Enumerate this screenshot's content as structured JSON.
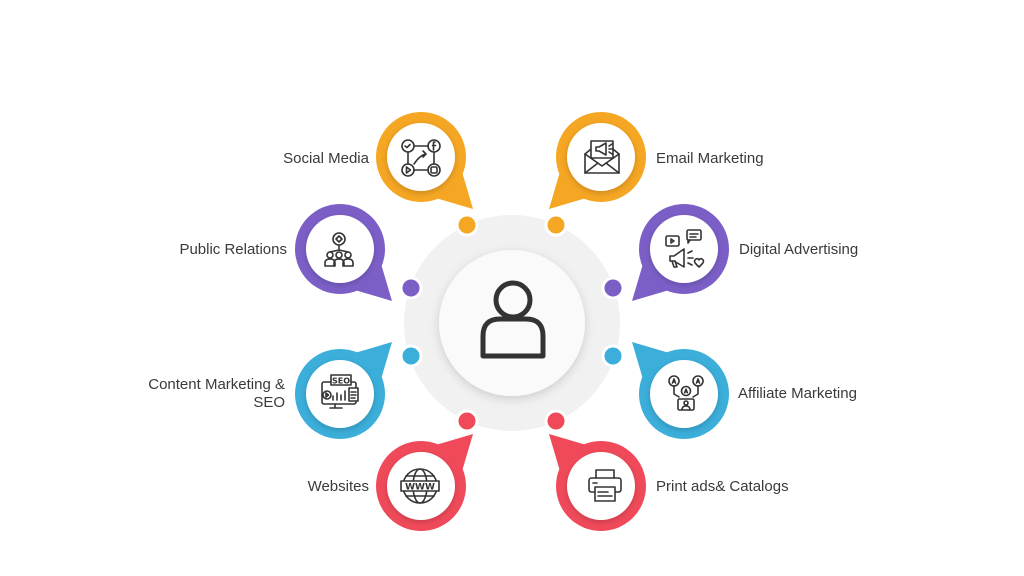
{
  "diagram": {
    "center": {
      "icon": "user-icon"
    },
    "colors": {
      "orange": "#F5A623",
      "purple": "#7B5FC7",
      "blue": "#3BAEDA",
      "red": "#F04A5A",
      "hub_ring": "#F1F1F1",
      "hub_center": "#FAFAFA",
      "icon_stroke": "#333333",
      "label_text": "#3A3A3A"
    },
    "items": [
      {
        "label": "Social Media",
        "icon": "social-network-icon",
        "color": "orange"
      },
      {
        "label": "Email Marketing",
        "icon": "email-megaphone-icon",
        "color": "orange"
      },
      {
        "label": "Public Relations",
        "icon": "people-network-icon",
        "color": "purple"
      },
      {
        "label": "Digital Advertising",
        "icon": "megaphone-icon",
        "color": "purple"
      },
      {
        "label": "Content Marketing & SEO",
        "lines": [
          "Content Marketing &",
          "SEO"
        ],
        "icon": "seo-monitor-icon",
        "color": "blue"
      },
      {
        "label": "Affiliate Marketing",
        "icon": "affiliate-network-icon",
        "color": "blue"
      },
      {
        "label": "Websites",
        "icon": "www-globe-icon",
        "color": "red"
      },
      {
        "label": "Print ads& Catalogs",
        "icon": "printer-icon",
        "color": "red"
      }
    ]
  }
}
